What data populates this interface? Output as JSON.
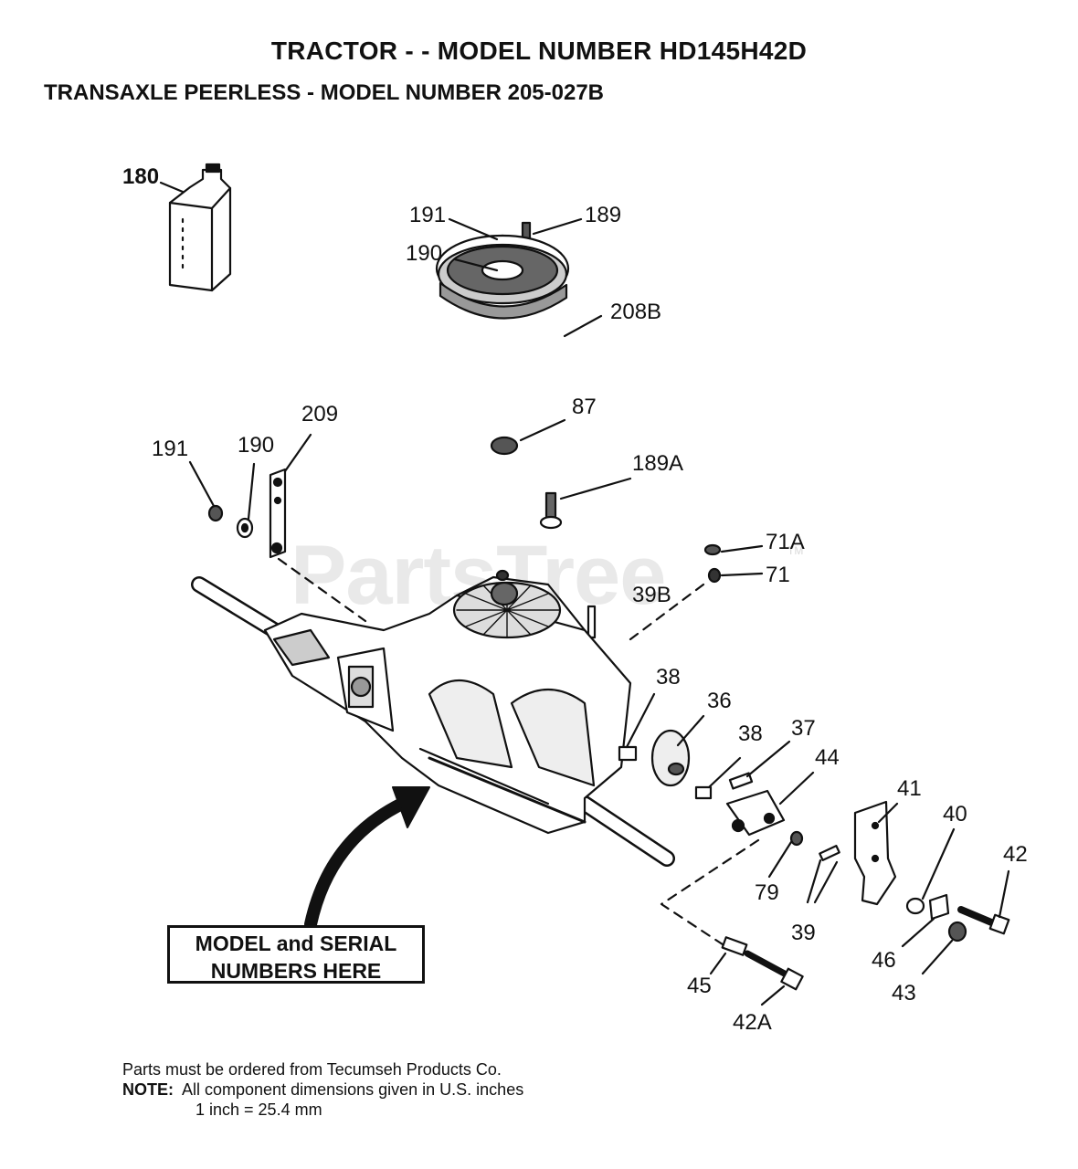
{
  "header": {
    "title": "TRACTOR - - MODEL NUMBER HD145H42D",
    "subtitle": "TRANSAXLE PEERLESS - MODEL NUMBER 205-027B"
  },
  "watermark": {
    "text": "PartsTree",
    "tm": "TM"
  },
  "callouts": {
    "p180": "180",
    "p191_top": "191",
    "p189": "189",
    "p190_top": "190",
    "p208b": "208B",
    "p87": "87",
    "p209": "209",
    "p191": "191",
    "p190": "190",
    "p189a": "189A",
    "p71a": "71A",
    "p71": "71",
    "p39b": "39B",
    "p38": "38",
    "p36": "36",
    "p38b": "38",
    "p37": "37",
    "p44": "44",
    "p41": "41",
    "p40": "40",
    "p42": "42",
    "p79": "79",
    "p39": "39",
    "p46": "46",
    "p43": "43",
    "p45": "45",
    "p42a": "42A"
  },
  "serial_box": {
    "line1": "MODEL and SERIAL",
    "line2": "NUMBERS HERE"
  },
  "footer": {
    "line1": "Parts must be ordered from Tecumseh Products Co.",
    "note_label": "NOTE:",
    "note_text": "  All component dimensions given in U.S. inches",
    "line3": "1 inch = 25.4 mm"
  }
}
